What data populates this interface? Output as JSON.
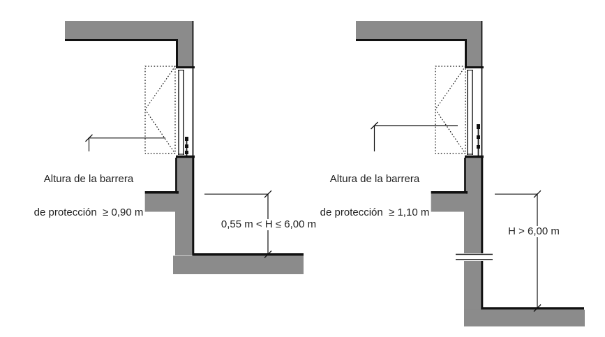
{
  "figures": [
    {
      "id": "left-section",
      "barrier_label_line1": "Altura de la barrera",
      "barrier_label_line2": "de protección  ≥ 0,90 m",
      "height_label": "0,55 m < H ≤ 6,00 m"
    },
    {
      "id": "right-section",
      "barrier_label_line1": "Altura de la barrera",
      "barrier_label_line2": "de protección  ≥ 1,10 m",
      "height_label": "H > 6,00 m"
    }
  ],
  "colors": {
    "wall_fill": "#8b8b8b",
    "line": "#111111",
    "text": "#1f1f1f",
    "background": "#ffffff"
  }
}
